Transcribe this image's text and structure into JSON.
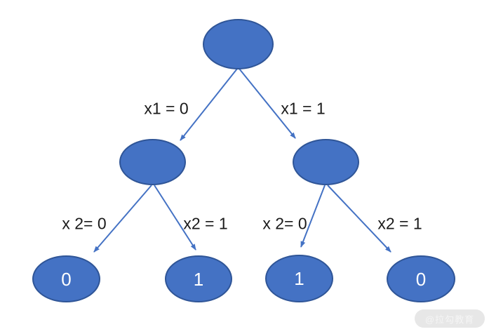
{
  "diagram": {
    "type": "binary-decision-tree",
    "nodes": [
      {
        "id": "root",
        "level": 0,
        "label": ""
      },
      {
        "id": "mid-left",
        "level": 1,
        "label": ""
      },
      {
        "id": "mid-right",
        "level": 1,
        "label": ""
      },
      {
        "id": "leaf-1",
        "level": 2,
        "label": "0"
      },
      {
        "id": "leaf-2",
        "level": 2,
        "label": "1"
      },
      {
        "id": "leaf-3",
        "level": 2,
        "label": "1"
      },
      {
        "id": "leaf-4",
        "level": 2,
        "label": "0"
      }
    ],
    "edges": [
      {
        "from": "root",
        "to": "mid-left",
        "label": "x1 = 0"
      },
      {
        "from": "root",
        "to": "mid-right",
        "label": "x1 = 1"
      },
      {
        "from": "mid-left",
        "to": "leaf-1",
        "label": "x 2= 0"
      },
      {
        "from": "mid-left",
        "to": "leaf-2",
        "label": "x2 = 1"
      },
      {
        "from": "mid-right",
        "to": "leaf-3",
        "label": "x 2= 0"
      },
      {
        "from": "mid-right",
        "to": "leaf-4",
        "label": "x2 = 1"
      }
    ],
    "colors": {
      "node_fill": "#4472C4",
      "node_border": "#2F5597",
      "arrow": "#4472C4",
      "edge_label_text": "#1a1a1a",
      "leaf_text": "#ffffff"
    }
  },
  "watermark": {
    "text": "@拉勾教育"
  }
}
